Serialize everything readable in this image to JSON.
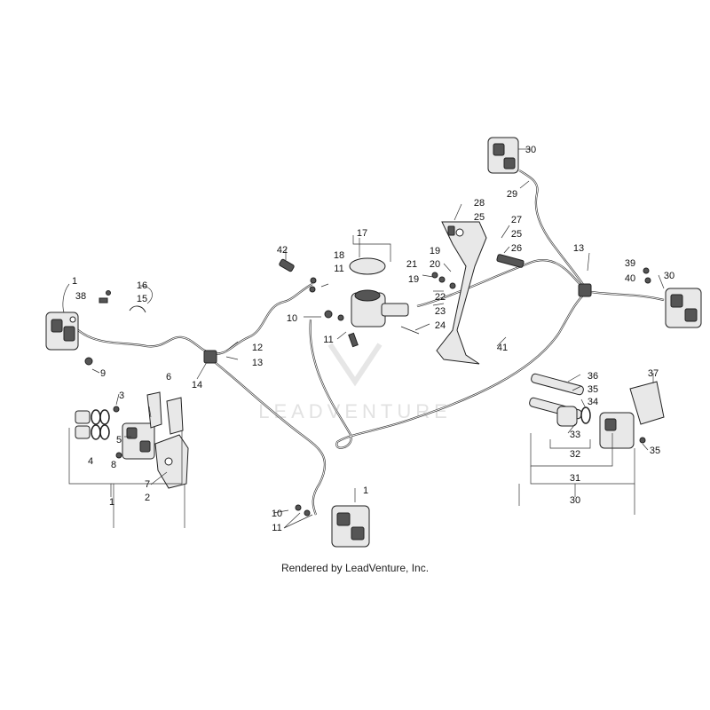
{
  "watermark": "LEADVENTURE",
  "credit": "Rendered by LeadVenture, Inc.",
  "callouts": [
    "1",
    "38",
    "16",
    "15",
    "9",
    "3",
    "6",
    "5",
    "4",
    "8",
    "7",
    "2",
    "1",
    "12",
    "13",
    "14",
    "42",
    "18",
    "17",
    "11",
    "10",
    "11",
    "21",
    "19",
    "20",
    "19",
    "22",
    "23",
    "24",
    "28",
    "25",
    "27",
    "25",
    "26",
    "30",
    "29",
    "13",
    "39",
    "40",
    "30",
    "41",
    "36",
    "35",
    "34",
    "37",
    "33",
    "32",
    "35",
    "31",
    "30",
    "10",
    "11",
    "1"
  ]
}
